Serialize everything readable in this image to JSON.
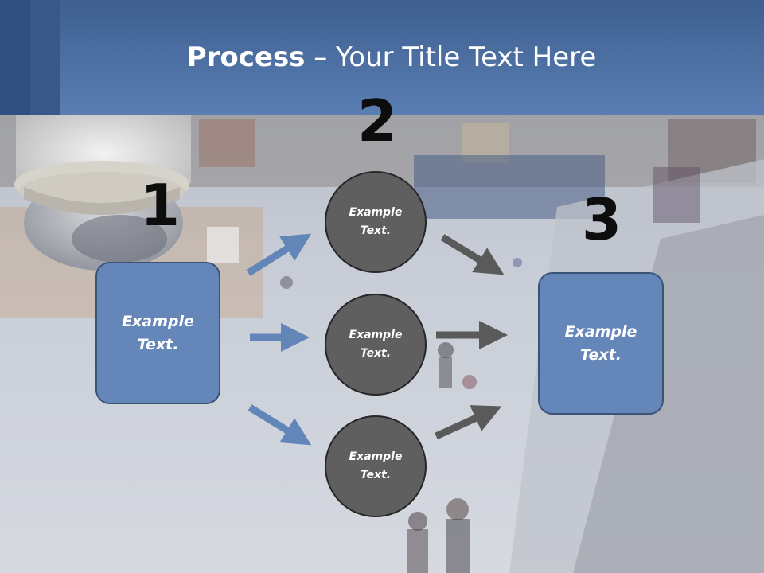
{
  "slide": {
    "title_bold": "Process",
    "title_rest": " – Your Title Text Here"
  },
  "numbers": [
    "1",
    "2",
    "3"
  ],
  "nodes": {
    "box_left": "Example\nText.",
    "circle_top": "Example\nText.",
    "circle_middle": "Example\nText.",
    "circle_bottom": "Example\nText.",
    "box_right": "Example\nText."
  },
  "colors": {
    "header": "#5a7eb3",
    "box_fill": "#6486b8",
    "circle_fill": "#5f5f5f",
    "arrow_blue": "#6386b8",
    "arrow_gray": "#5a5a5a"
  },
  "icons": [
    "security-camera-image",
    "blue-arrow-icon",
    "gray-arrow-icon"
  ]
}
